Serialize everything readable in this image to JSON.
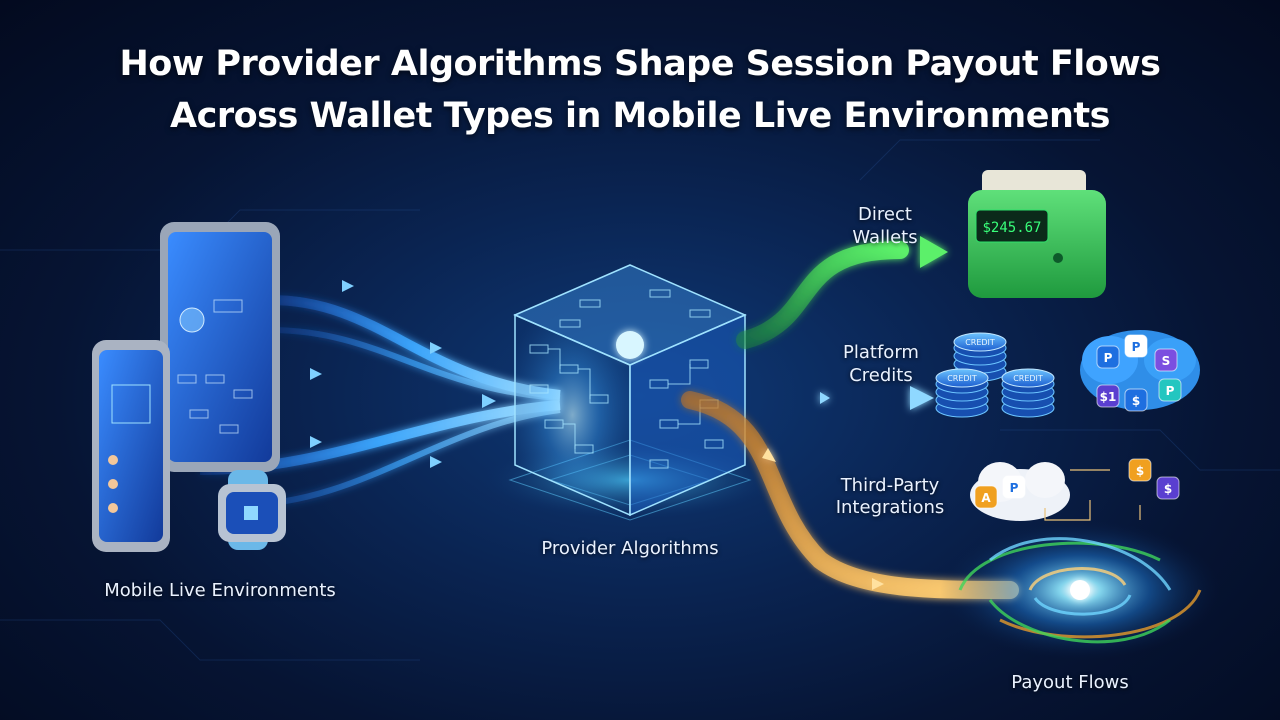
{
  "title": {
    "line1": "How Provider Algorithms Shape Session Payout Flows",
    "line2": "Across Wallet Types in Mobile Live Environments"
  },
  "labels": {
    "mobile": "Mobile Live Environments",
    "provider": "Provider Algorithms",
    "direct": "Direct Wallets",
    "platform": "Platform Credits",
    "third_party": "Third-Party Integrations",
    "payout": "Payout Flows"
  },
  "wallet_display": "$245.67",
  "coin_labels": [
    "CREDIT",
    "CREDIT",
    "CREDIT"
  ],
  "app_icon_glyphs": [
    "P",
    "P",
    "S",
    "$1",
    "$",
    "P",
    "A",
    "P",
    "$",
    "$"
  ],
  "colors": {
    "stream_blue": "#3da8ff",
    "stream_green": "#3fd45a",
    "stream_orange": "#e59a2a",
    "cube_glow": "#6fd6ff"
  }
}
